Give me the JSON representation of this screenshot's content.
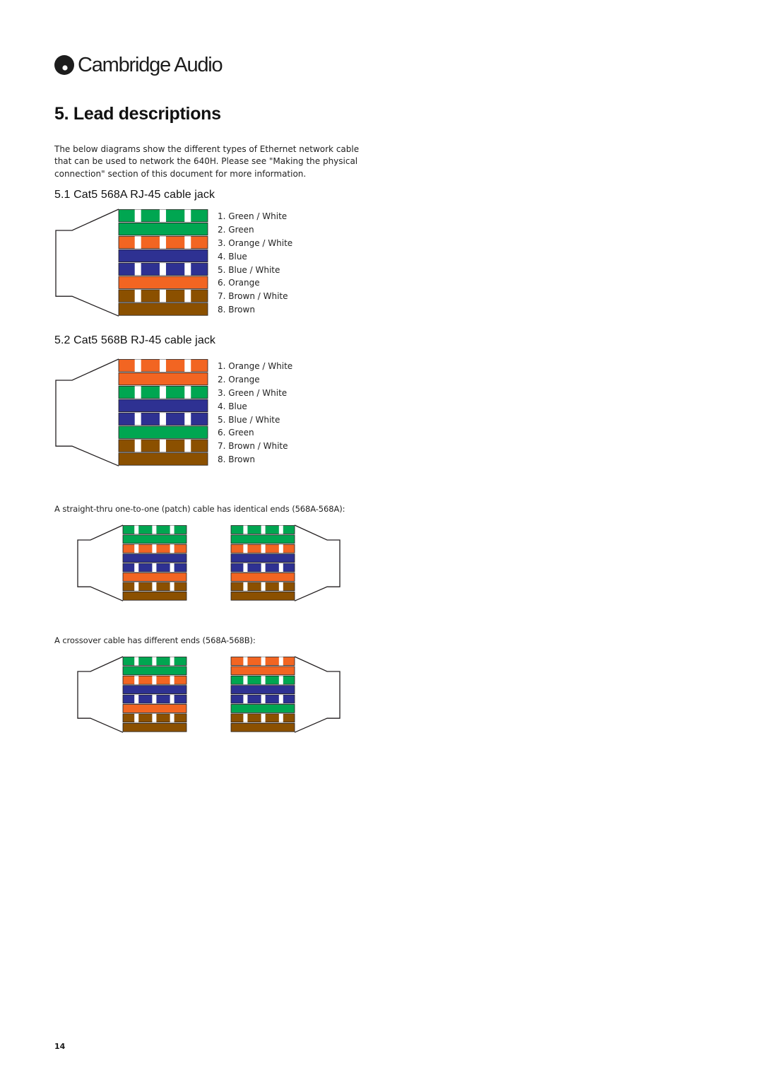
{
  "brand": {
    "name": "Cambridge Audio",
    "logo_icon": "cambridge-audio-logo-icon"
  },
  "page": {
    "title": "5. Lead descriptions",
    "intro": "The below diagrams show the different types of Ethernet network cable that can be used to network the 640H. Please see \"Making the physical connection\" section of this document for more information.",
    "number": "14"
  },
  "colors": {
    "green": "#00a651",
    "orange": "#f26522",
    "blue": "#2e3192",
    "brown": "#8b5000",
    "white": "#ffffff",
    "outline": "#231f20"
  },
  "sections": [
    {
      "heading": "5.1 Cat5 568A RJ-45 cable jack",
      "wires": [
        {
          "label": "1. Green / White",
          "color": "green",
          "striped": true
        },
        {
          "label": "2. Green",
          "color": "green",
          "striped": false
        },
        {
          "label": "3. Orange / White",
          "color": "orange",
          "striped": true
        },
        {
          "label": "4. Blue",
          "color": "blue",
          "striped": false
        },
        {
          "label": "5. Blue / White",
          "color": "blue",
          "striped": true
        },
        {
          "label": "6. Orange",
          "color": "orange",
          "striped": false
        },
        {
          "label": "7. Brown / White",
          "color": "brown",
          "striped": true
        },
        {
          "label": "8. Brown",
          "color": "brown",
          "striped": false
        }
      ]
    },
    {
      "heading": "5.2 Cat5 568B RJ-45 cable jack",
      "wires": [
        {
          "label": "1. Orange / White",
          "color": "orange",
          "striped": true
        },
        {
          "label": "2. Orange",
          "color": "orange",
          "striped": false
        },
        {
          "label": "3. Green / White",
          "color": "green",
          "striped": true
        },
        {
          "label": "4. Blue",
          "color": "blue",
          "striped": false
        },
        {
          "label": "5. Blue / White",
          "color": "blue",
          "striped": true
        },
        {
          "label": "6. Green",
          "color": "green",
          "striped": false
        },
        {
          "label": "7. Brown / White",
          "color": "brown",
          "striped": true
        },
        {
          "label": "8. Brown",
          "color": "brown",
          "striped": false
        }
      ]
    }
  ],
  "patch_cable": {
    "caption": "A straight-thru one-to-one (patch) cable has identical ends (568A-568A):",
    "left_end": "568A",
    "right_end": "568A"
  },
  "crossover_cable": {
    "caption": "A crossover cable has different ends (568A-568B):",
    "left_end": "568A",
    "right_end": "568B"
  }
}
